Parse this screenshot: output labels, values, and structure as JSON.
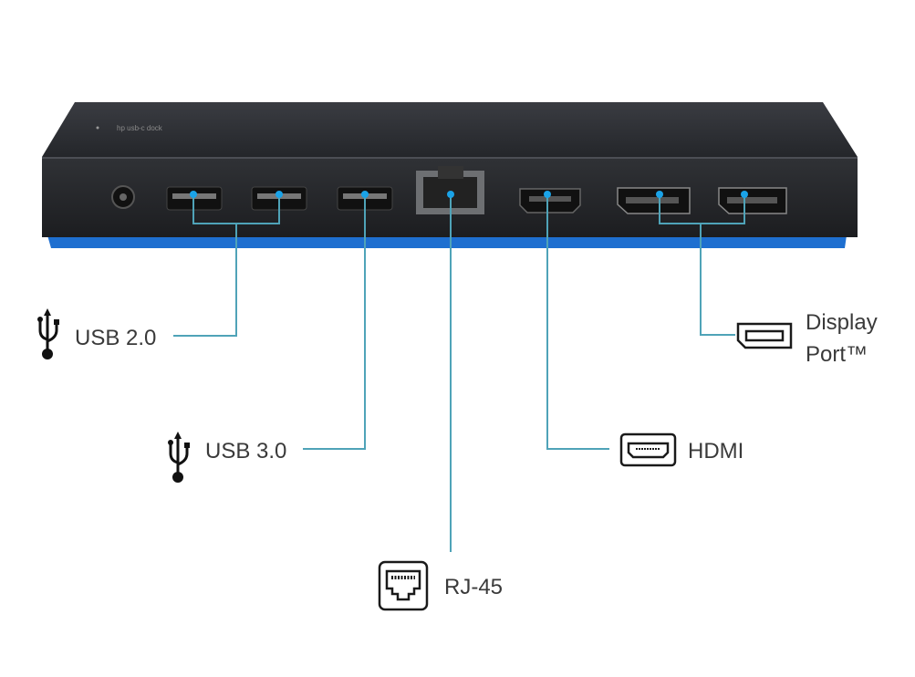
{
  "device": {
    "brand_text": "hp usb-c dock",
    "accent_color": "#1e6fd0",
    "body_color": "#2a2c30"
  },
  "callout_color": "#4fa3b8",
  "port_dot_color": "#1aa3e8",
  "labels": {
    "usb2": {
      "text": "USB 2.0",
      "icon": "usb-icon"
    },
    "usb3": {
      "text": "USB 3.0",
      "icon": "usb-icon"
    },
    "rj45": {
      "text": "RJ-45",
      "icon": "ethernet-port-icon"
    },
    "hdmi": {
      "text": "HDMI",
      "icon": "hdmi-port-icon"
    },
    "displayport": {
      "line1": "Display",
      "line2": "Port™",
      "icon": "displayport-icon"
    }
  }
}
